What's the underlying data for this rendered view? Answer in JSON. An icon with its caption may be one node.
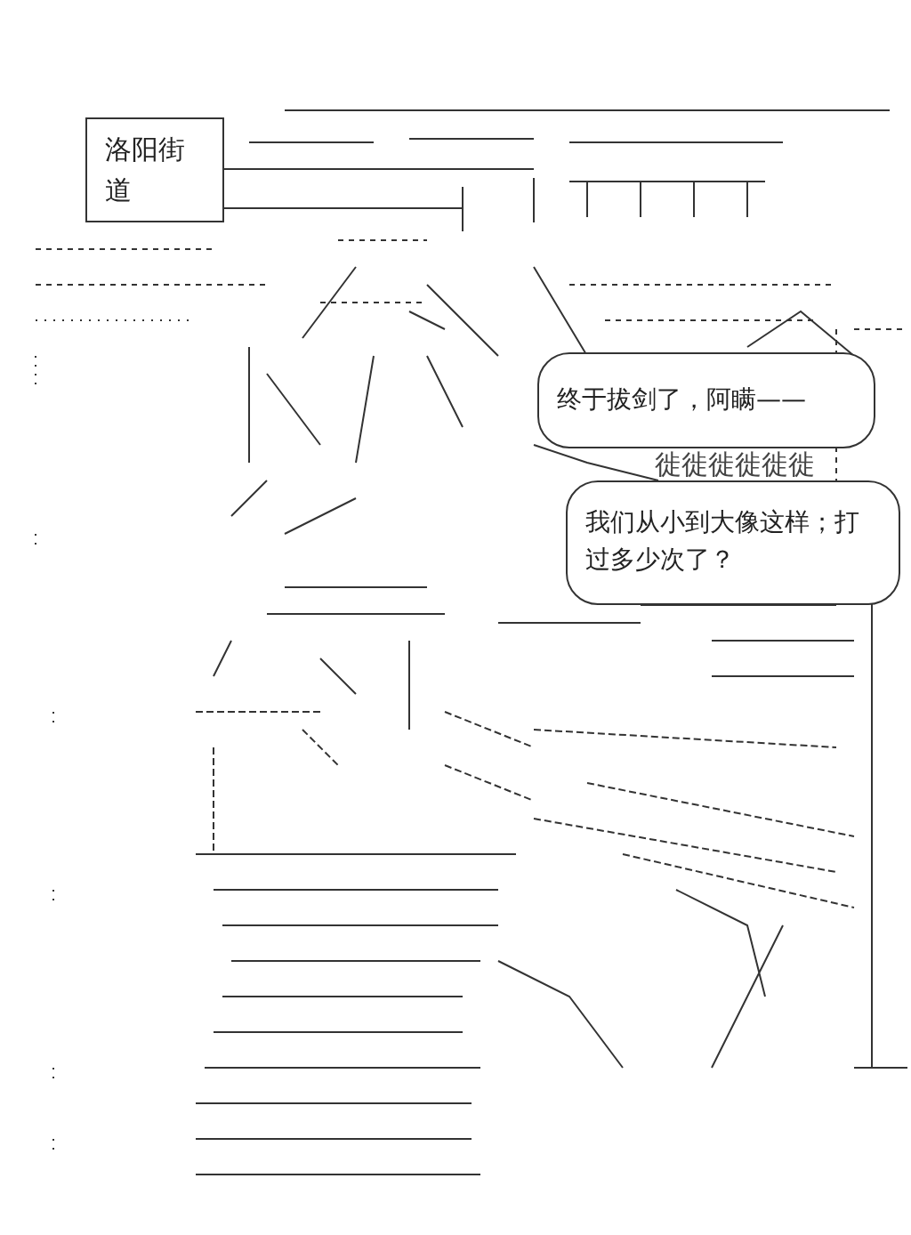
{
  "diagram": {
    "nodes": [
      {
        "text": [
          "洛阳街道"
        ]
      },
      {
        "text": [
          "终于拔剑了，阿瞒——"
        ]
      },
      {
        "text": [
          "我们从小到大像这样；打过多少次了？"
        ]
      }
    ],
    "labels": [
      "徙徙徙徙徙徙"
    ]
  }
}
